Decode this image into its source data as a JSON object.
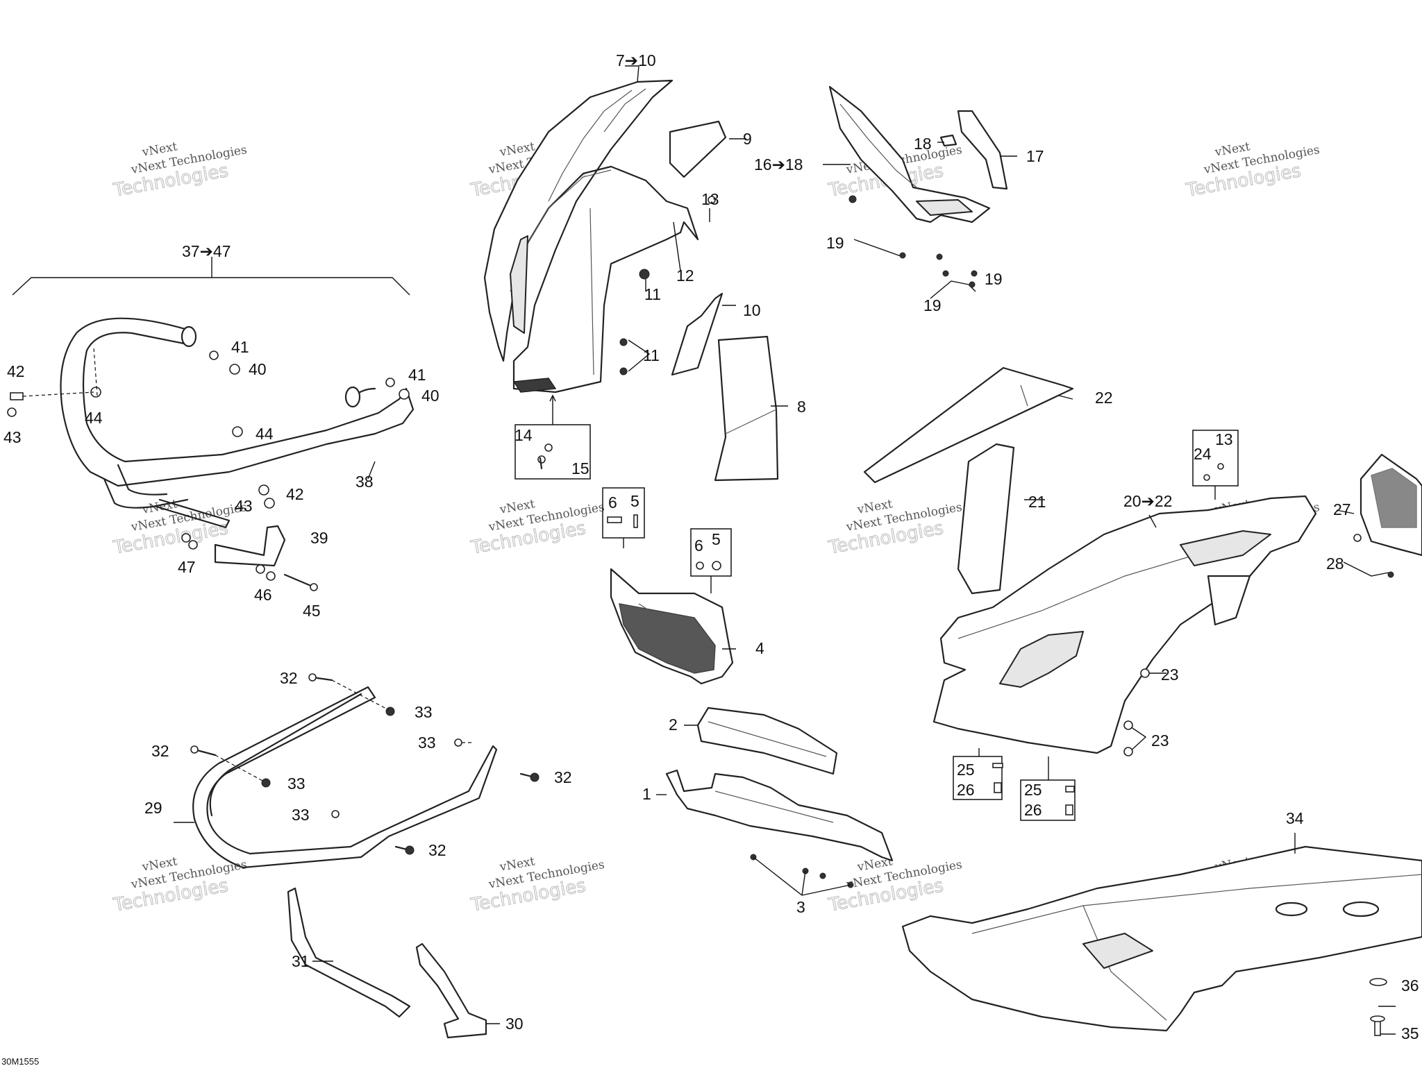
{
  "watermark": {
    "line1": "vNext Technologies",
    "line2": "Technologies",
    "corner": "vNext"
  },
  "drawing_code": "30M1555",
  "callouts": {
    "c7_10": "7➔10",
    "c9": "9",
    "c13a": "13",
    "c12": "12",
    "c11a": "11",
    "c11b": "11",
    "c10": "10",
    "c8": "8",
    "c14": "14",
    "c15": "15",
    "c16_18": "16➔18",
    "c18": "18",
    "c17": "17",
    "c19a": "19",
    "c19b": "19",
    "c19c": "19",
    "c37_47": "37➔47",
    "c42a": "42",
    "c41a": "41",
    "c40a": "40",
    "c41b": "41",
    "c40b": "40",
    "c44a": "44",
    "c43a": "43",
    "c44b": "44",
    "c38": "38",
    "c43b": "43",
    "c42b": "42",
    "c39": "39",
    "c47": "47",
    "c46": "46",
    "c45": "45",
    "c22": "22",
    "c21": "21",
    "c24": "24",
    "c13b": "13",
    "c20_22": "20➔22",
    "c27": "27",
    "c28": "28",
    "c23a": "23",
    "c23b": "23",
    "c25a": "25",
    "c26a": "26",
    "c25b": "25",
    "c26b": "26",
    "c6a": "6",
    "c5a": "5",
    "c6b": "6",
    "c5b": "5",
    "c4": "4",
    "c2": "2",
    "c1": "1",
    "c3": "3",
    "c32a": "32",
    "c33a": "33",
    "c32b": "32",
    "c33b": "33",
    "c33c": "33",
    "c32c": "32",
    "c29": "29",
    "c33d": "33",
    "c32d": "32",
    "c31": "31",
    "c30": "30",
    "c34": "34",
    "c36": "36",
    "c35": "35"
  }
}
